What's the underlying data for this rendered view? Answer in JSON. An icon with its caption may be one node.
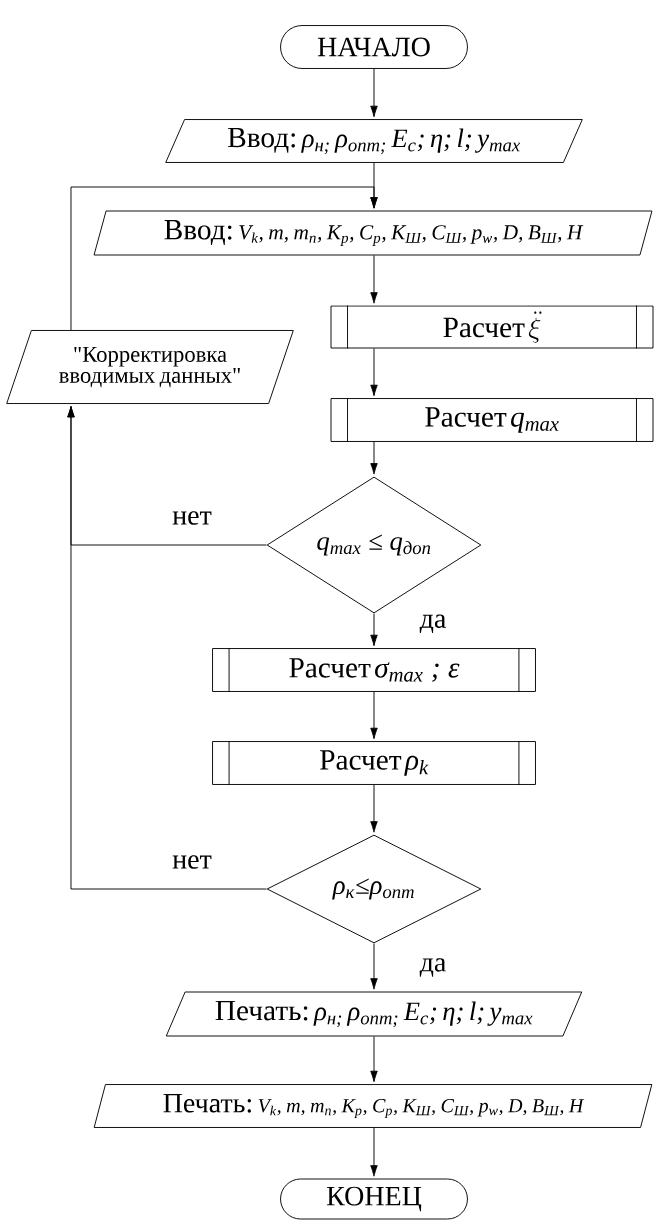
{
  "diagram": {
    "nodes": [
      {
        "text": [
          "НАЧАЛО"
        ]
      },
      {
        "text": [
          "Ввод:",
          "ρ$_{н;}$ ρ$_{опт;}$ E$_{c}$; η; l; y$_{max}$"
        ]
      },
      {
        "text": [
          "Ввод:",
          "V$_{k}$, m, m$_{n}$, K$_{p}$, C$_{p}$, K$_{Ш}$, C$_{Ш}$, p$_{w}$, D, B$_{Ш}$, H"
        ]
      },
      {
        "text": [
          "\"Корректировка вводимых данных\""
        ]
      },
      {
        "text": [
          "Расчет",
          "\\ddot{\\xi}"
        ]
      },
      {
        "text": [
          "Расчет",
          "q$_{max}$"
        ]
      },
      {
        "text": [
          "q$_{max}$ ≤ q$_{доп}$"
        ]
      },
      {
        "text": [
          "Расчет",
          "σ$_{max}$ ; ε"
        ]
      },
      {
        "text": [
          "Расчет",
          "ρ$_{k}$"
        ]
      },
      {
        "text": [
          "ρ$_{к}$≤ρ$_{опт}$"
        ]
      },
      {
        "text": [
          "Печать:",
          "ρ$_{н;}$ ρ$_{опт;}$ E$_{c}$; η; l; y$_{max}$"
        ]
      },
      {
        "text": [
          "Печать:",
          "V$_{k}$, m, m$_{n}$, K$_{p}$, C$_{p}$, K$_{Ш}$, C$_{Ш}$, p$_{w}$, D, B$_{Ш}$, H"
        ]
      },
      {
        "text": [
          "КОНЕЦ"
        ]
      }
    ],
    "edges": [
      {
        "from": 0,
        "to": 1,
        "arrow": "to"
      },
      {
        "from": 1,
        "to": 2,
        "arrow": "to"
      },
      {
        "from": 2,
        "to": 4,
        "arrow": "to"
      },
      {
        "from": 4,
        "to": 5,
        "arrow": "to"
      },
      {
        "from": 5,
        "to": 6,
        "arrow": "to"
      },
      {
        "from": 6,
        "to": 7,
        "arrow": "to",
        "label": "да"
      },
      {
        "from": 6,
        "to": 3,
        "arrow": "to",
        "label": "нет"
      },
      {
        "from": 7,
        "to": 8,
        "arrow": "to"
      },
      {
        "from": 8,
        "to": 9,
        "arrow": "to"
      },
      {
        "from": 9,
        "to": 10,
        "arrow": "to",
        "label": "да"
      },
      {
        "from": 9,
        "to": 3,
        "arrow": "to",
        "label": "нет"
      },
      {
        "from": 3,
        "to": 2,
        "arrow": "to"
      },
      {
        "from": 10,
        "to": 11,
        "arrow": "to"
      },
      {
        "from": 11,
        "to": 12,
        "arrow": "to"
      }
    ]
  }
}
